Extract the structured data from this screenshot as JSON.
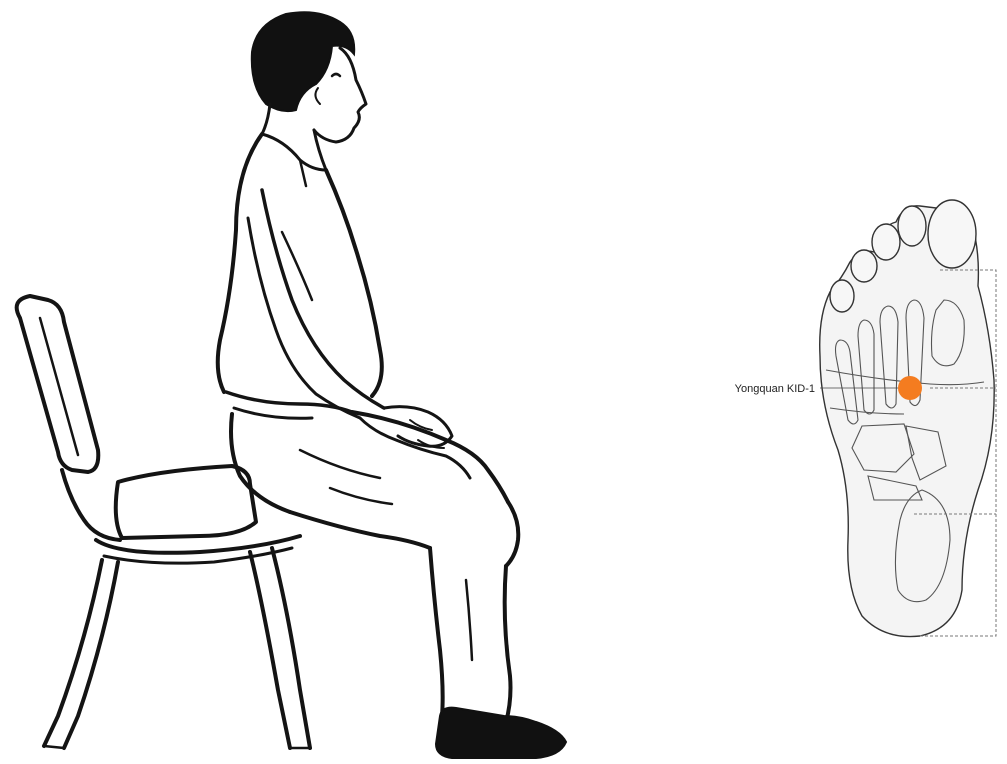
{
  "acupoint": {
    "label": "Yongquan KID-1",
    "marker_color": "#f47c20"
  },
  "figures": {
    "left": "seated-person-illustration",
    "right": "foot-sole-diagram"
  }
}
